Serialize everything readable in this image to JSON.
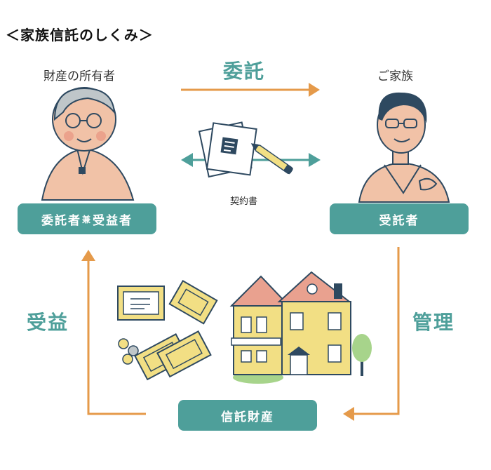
{
  "title": "＜家族信託のしくみ＞",
  "owner_label": "財産の所有者",
  "family_label": "ご家族",
  "entrust_label": "委託",
  "contract_label": "契約書",
  "settlor_box": {
    "part1": "委託者",
    "joiner": "兼",
    "part2": "受益者"
  },
  "trustee_box": "受託者",
  "benefit_label": "受益",
  "manage_label": "管理",
  "trust_property_box": "信託財産",
  "colors": {
    "teal": "#4e9f9a",
    "orange": "#e59a4a",
    "skin": "#f1c2a7",
    "house_yellow": "#f2df84",
    "roof_pink": "#e9a18f"
  }
}
